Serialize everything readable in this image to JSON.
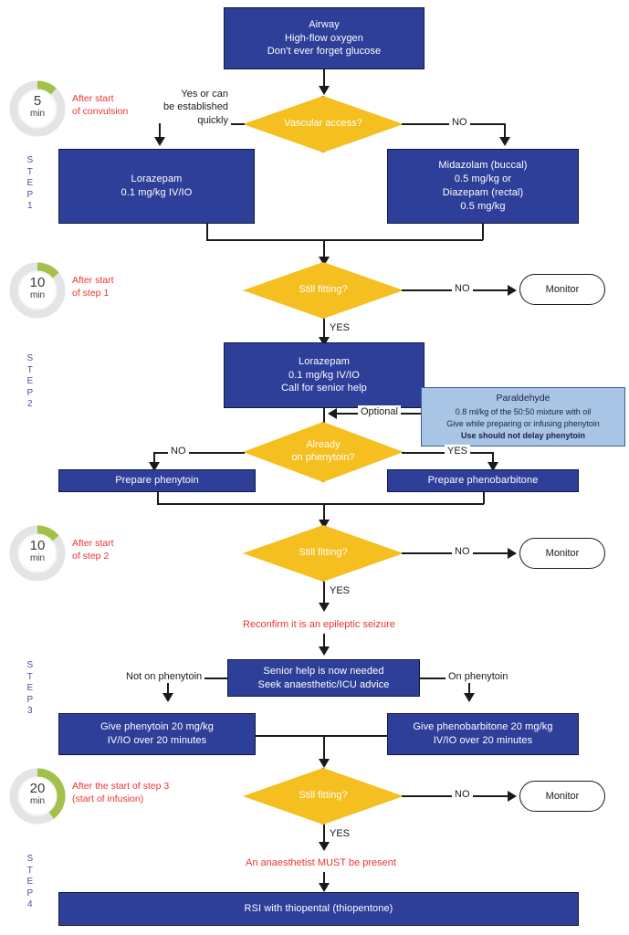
{
  "meta": {
    "title": "Convulsive Status Epilepticus Algorithm",
    "colors": {
      "process_blue": "#2e3f99",
      "decision_gold": "#f5bf20",
      "note_light_blue": "#a9c5e6",
      "alert_red": "#ee3333",
      "step_label_blue": "#4a4f9e",
      "clock_green": "#a3c14a",
      "clock_track_grey": "#e2e2e2",
      "connector_black": "#1a1a1a"
    }
  },
  "clocks": [
    {
      "id": "clock-5",
      "value": "5",
      "unit": "min",
      "fraction": 0.12,
      "caption_line1": "After start",
      "caption_line2": "of convulsion"
    },
    {
      "id": "clock-10a",
      "value": "10",
      "unit": "min",
      "fraction": 0.14,
      "caption_line1": "After start",
      "caption_line2": "of step 1"
    },
    {
      "id": "clock-10b",
      "value": "10",
      "unit": "min",
      "fraction": 0.14,
      "caption_line1": "After start",
      "caption_line2": "of step 2"
    },
    {
      "id": "clock-20",
      "value": "20",
      "unit": "min",
      "fraction": 0.4,
      "caption_line1": "After the start of step 3",
      "caption_line2": "(start of infusion)"
    }
  ],
  "step_labels": [
    {
      "id": "step-1",
      "letters": [
        "S",
        "T",
        "E",
        "P",
        "1"
      ]
    },
    {
      "id": "step-2",
      "letters": [
        "S",
        "T",
        "E",
        "P",
        "2"
      ]
    },
    {
      "id": "step-3",
      "letters": [
        "S",
        "T",
        "E",
        "P",
        "3"
      ]
    },
    {
      "id": "step-4",
      "letters": [
        "S",
        "T",
        "E",
        "P",
        "4"
      ]
    }
  ],
  "nodes": {
    "airway": {
      "lines": [
        "Airway",
        "High-flow oxygen",
        "Don't ever forget glucose"
      ]
    },
    "vascular_access": {
      "label": "Vascular access?"
    },
    "lorazepam_1": {
      "lines": [
        "Lorazepam",
        "0.1 mg/kg IV/IO"
      ]
    },
    "midazolam": {
      "lines": [
        "Midazolam (buccal)",
        "0.5 mg/kg or",
        "Diazepam (rectal)",
        "0.5 mg/kg"
      ]
    },
    "still_fitting_1": {
      "label": "Still fitting?"
    },
    "monitor_1": {
      "label": "Monitor"
    },
    "lorazepam_2": {
      "lines": [
        "Lorazepam",
        "0.1 mg/kg IV/IO",
        "Call for senior help"
      ]
    },
    "paraldehyde": {
      "title": "Paraldehyde",
      "lines": [
        "0.8 ml/kg  of the 50:50 mixture with oil",
        "Give while preparing or infusing phenytoin"
      ],
      "strong_line": "Use should not delay phenytoin"
    },
    "already_on_phenytoin": {
      "label_line1": "Already",
      "label_line2": "on phenytoin?"
    },
    "prepare_phenytoin": {
      "label": "Prepare phenytoin"
    },
    "prepare_phenobarbitone": {
      "label": "Prepare phenobarbitone"
    },
    "still_fitting_2": {
      "label": "Still fitting?"
    },
    "monitor_2": {
      "label": "Monitor"
    },
    "senior_help": {
      "lines": [
        "Senior help is now needed",
        "Seek anaesthetic/ICU advice"
      ]
    },
    "give_phenytoin": {
      "lines": [
        "Give phenytoin 20 mg/kg",
        "IV/IO over 20 minutes"
      ]
    },
    "give_phenobarbitone": {
      "lines": [
        "Give phenobarbitone 20 mg/kg",
        "IV/IO over 20 minutes"
      ]
    },
    "still_fitting_3": {
      "label": "Still fitting?"
    },
    "monitor_3": {
      "label": "Monitor"
    },
    "rsi": {
      "label": "RSI with thiopental (thiopentone)"
    }
  },
  "alerts": {
    "reconfirm": "Reconfirm it is an epileptic seizure",
    "anaesthetist": "An anaesthetist MUST be present"
  },
  "edges": {
    "yes_quickly_l1": "Yes or can",
    "yes_quickly_l2": "be established",
    "yes_quickly_l3": "quickly",
    "no_vascular": "NO",
    "no_fitting_1": "NO",
    "yes_fitting_1": "YES",
    "optional": "Optional",
    "no_phenytoin": "NO",
    "yes_phenytoin": "YES",
    "no_fitting_2": "NO",
    "yes_fitting_2": "YES",
    "not_on_phenytoin": "Not on phenytoin",
    "on_phenytoin": "On phenytoin",
    "no_fitting_3": "NO",
    "yes_fitting_3": "YES"
  }
}
